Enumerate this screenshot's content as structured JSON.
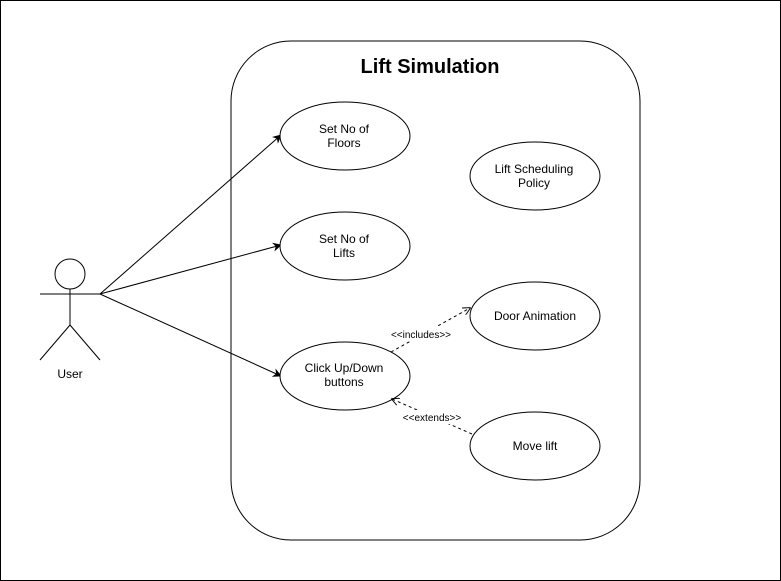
{
  "diagram": {
    "title": "Lift Simulation",
    "actor": {
      "label": "User"
    },
    "use_cases": {
      "set_floors": [
        "Set No of",
        "Floors"
      ],
      "set_lifts": [
        "Set No of",
        "Lifts"
      ],
      "click_buttons": [
        "Click Up/Down",
        "buttons"
      ],
      "scheduling": [
        "Lift Scheduling",
        "Policy"
      ],
      "door_animation": [
        "Door Animation"
      ],
      "move_lift": [
        "Move lift"
      ]
    },
    "relations": {
      "includes": "<<includes>>",
      "extends": "<<extends>>"
    }
  }
}
